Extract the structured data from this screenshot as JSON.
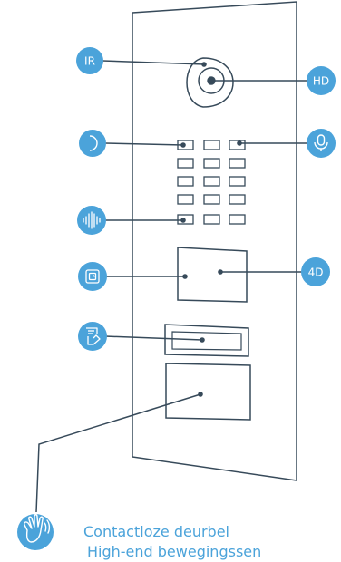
{
  "colors": {
    "accent": "#4ba3da",
    "line": "#374a5a",
    "panel_fill": "#ffffff"
  },
  "badges": {
    "ir": "IR",
    "hd": "HD",
    "four_d": "4D"
  },
  "icons": {
    "night_vision": "moon-icon",
    "microphone": "microphone-icon",
    "speaker": "sound-wave-icon",
    "rfid": "rfid-card-icon",
    "name_label": "name-tag-icon",
    "touchless": "hand-wave-icon"
  },
  "caption": {
    "title": "Contactloze deurbel",
    "subtitle": "High-end bewegingssen"
  }
}
